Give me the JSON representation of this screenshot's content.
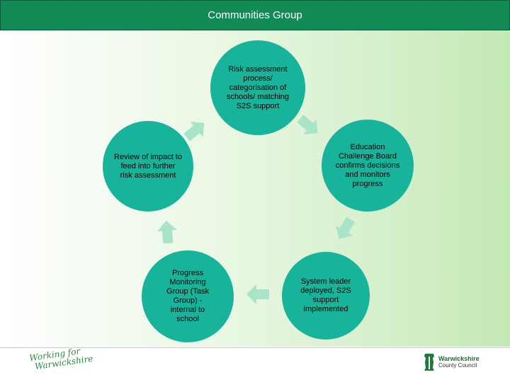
{
  "header": {
    "title": "Communities Group"
  },
  "colors": {
    "header_bg": "#118a55",
    "node_fill": "#17b39a",
    "arrow_fill": "#a9e3c8"
  },
  "cycle": {
    "nodes": [
      {
        "label": "Risk assessment process/ categorisation of schools/ matching S2S support"
      },
      {
        "label": "Education Challenge Board confirms decisions and monitors progress"
      },
      {
        "label": "System leader deployed, S2S support implemented"
      },
      {
        "label": "Progress Monitoring Group (Task Group) - internal to school"
      },
      {
        "label": "Review of impact to feed into further risk assessment"
      }
    ]
  },
  "footer": {
    "left_logo_line1": "Working for",
    "left_logo_line2": "Warwickshire",
    "right_logo_line1": "Warwickshire",
    "right_logo_line2": "County Council"
  }
}
